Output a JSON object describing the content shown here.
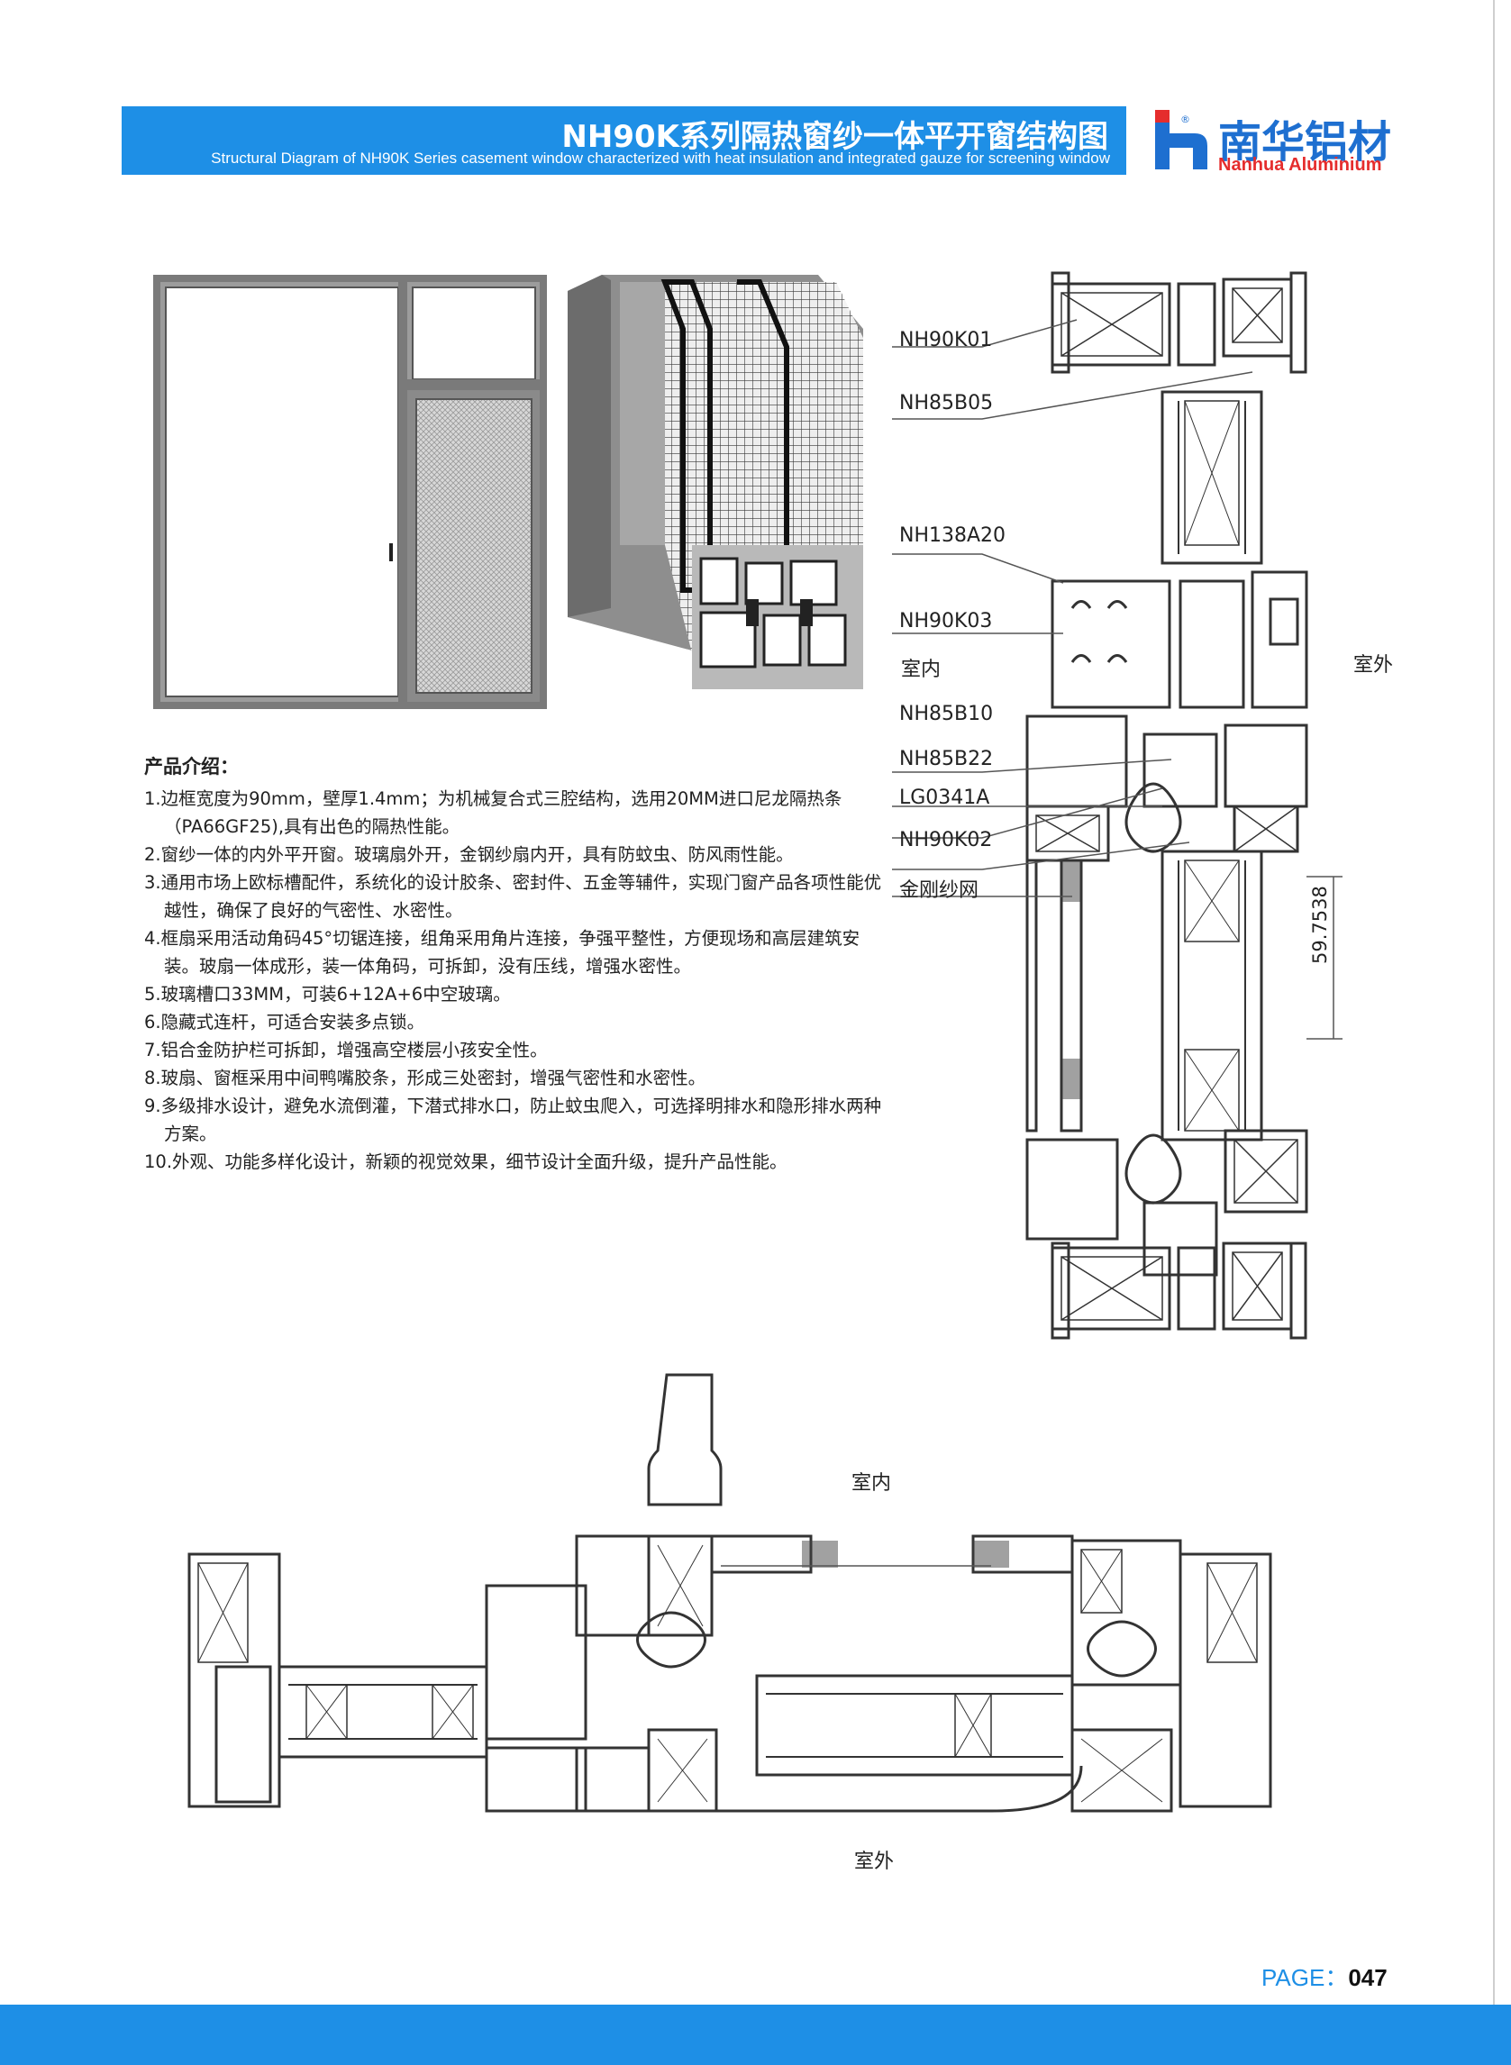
{
  "header": {
    "title": "NH90K系列隔热窗纱一体平开窗结构图",
    "subtitle": "Structural Diagram of NH90K Series casement window characterized with heat insulation and integrated gauze for screening window"
  },
  "logo": {
    "cn": "南华铝材",
    "en": "Nanhua Aluminium",
    "registered": "®",
    "colors": {
      "blue": "#1e6fd0",
      "red": "#e52d2d"
    }
  },
  "intro": {
    "title": "产品介绍：",
    "items": [
      "1.边框宽度为90mm，壁厚1.4mm；为机械复合式三腔结构，选用20MM进口尼龙隔热条（PA66GF25),具有出色的隔热性能。",
      "2.窗纱一体的内外平开窗。玻璃扇外开，金钢纱扇内开，具有防蚊虫、防风雨性能。",
      "3.通用市场上欧标槽配件，系统化的设计胶条、密封件、五金等辅件，实现门窗产品各项性能优越性，确保了良好的气密性、水密性。",
      "4.框扇采用活动角码45°切锯连接，组角采用角片连接，争强平整性，方便现场和高层建筑安装。玻扇一体成形，装一体角码，可拆卸，没有压线，增强水密性。",
      "5.玻璃槽口33MM，可装6+12A+6中空玻璃。",
      "6.隐藏式连杆，可适合安装多点锁。",
      "7.铝合金防护栏可拆卸，增强高空楼层小孩安全性。",
      "8.玻扇、窗框采用中间鸭嘴胶条，形成三处密封，增强气密性和水密性。",
      "9.多级排水设计，避免水流倒灌，下潜式排水口，防止蚊虫爬入，可选择明排水和隐形排水两种方案。",
      "10.外观、功能多样化设计，新颖的视觉效果，细节设计全面升级，提升产品性能。"
    ]
  },
  "vertical_diagram": {
    "labels": [
      "NH90K01",
      "NH85B05",
      "NH138A20",
      "NH90K03",
      "室内",
      "NH85B10",
      "NH85B22",
      "LG0341A",
      "NH90K02",
      "金刚纱网"
    ],
    "outside": "室外",
    "dimension": "59.7538"
  },
  "horizontal_diagram": {
    "inside": "室内",
    "outside": "室外"
  },
  "footer": {
    "page_label": "PAGE：",
    "page_number": "047",
    "color": "#1e8fe6"
  }
}
